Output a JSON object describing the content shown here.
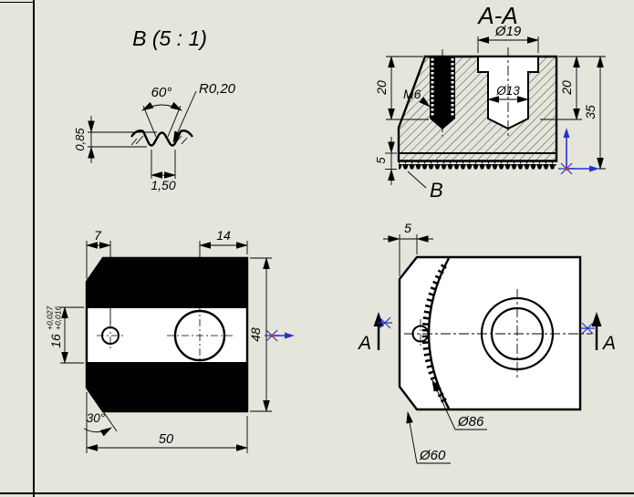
{
  "sheet": {
    "background": "#e5e5dc",
    "line_color": "#000000",
    "origin_blue": "#2233cc",
    "origin_red": "#cc3322"
  },
  "detail_view": {
    "title": "B (5 : 1)",
    "dims": {
      "angle": "60°",
      "tip_radius": "R0,20",
      "depth": "0,85",
      "pitch": "1,50"
    }
  },
  "section_view": {
    "title": "A-A",
    "dims": {
      "counterbore_dia": "Ø19",
      "thread_depth": "20",
      "thread": "M6",
      "hole_dia": "Ø13",
      "hole_depth": "20",
      "height": "35",
      "flange_height": "5"
    },
    "detail_callout": "B"
  },
  "front_view": {
    "dims": {
      "hole_offset": "7",
      "center_to_edge": "14",
      "slot_height": "16",
      "slot_tol_upper": "+0,027",
      "slot_tol_lower": "+0,016",
      "chamfer_angle": "30°",
      "width": "50",
      "height": "48"
    }
  },
  "side_view": {
    "dims": {
      "rim_width": "5",
      "knurl_dia": "Ø86",
      "boss_dia": "Ø60"
    },
    "section_label_left": "A",
    "section_label_right": "A"
  }
}
